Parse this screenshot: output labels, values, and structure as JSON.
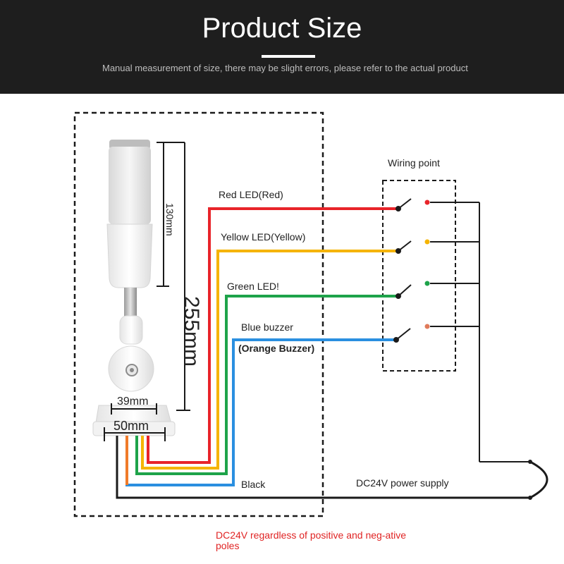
{
  "header": {
    "title": "Product Size",
    "note": "Manual measurement of size, there may be slight errors, please refer to the actual product"
  },
  "dimensions": {
    "light_height": "130mm",
    "total_height": "255mm",
    "base_inner_width": "39mm",
    "base_outer_width": "50mm"
  },
  "wiring": {
    "point_label": "Wiring point",
    "red_label": "Red LED(Red)",
    "yellow_label": "Yellow LED(Yellow)",
    "green_label": "Green LED!",
    "blue_label": "Blue buzzer",
    "orange_note": "(Orange Buzzer)",
    "black_label": "Black",
    "power_label": "DC24V power supply"
  },
  "colors": {
    "red": "#e8242a",
    "yellow": "#f5b400",
    "green": "#1ea34a",
    "blue": "#2a8fe0",
    "orange": "#f07b2a",
    "black": "#1a1a1a"
  },
  "footer": {
    "note": "DC24V regardless of positive and neg-ative poles"
  }
}
